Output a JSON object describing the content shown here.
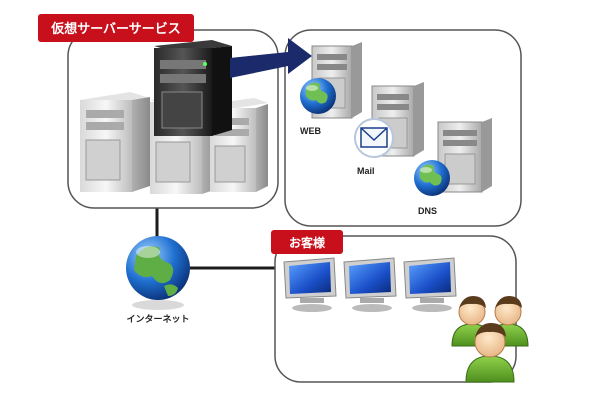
{
  "labels": {
    "virtual_server_service": "仮想サーバーサービス",
    "customer": "お客様",
    "internet": "インターネット",
    "web": "WEB",
    "mail": "Mail",
    "dns": "DNS"
  },
  "colors": {
    "tag_red": "#c8101c",
    "line_dark": "#1c1c1c",
    "arrow_navy": "#1a2a6a",
    "box_border": "#555555",
    "monitor_blue": "#1a4fc8",
    "people_green": "#6ab22a"
  },
  "icons": {
    "virtual_host": "dark-server-tower-icon",
    "physical_hosts": "gray-server-tower-icon",
    "virtual_servers": "server-tower-icon",
    "web": "globe-icon",
    "mail": "envelope-icon",
    "dns": "globe-icon",
    "internet": "globe-icon",
    "clients": "monitor-icon",
    "customer": "people-icon"
  }
}
